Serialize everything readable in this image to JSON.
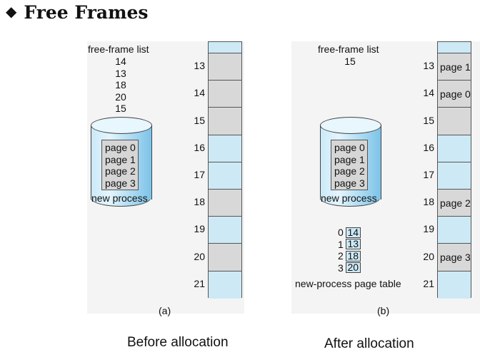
{
  "title": {
    "bullet": "◆",
    "text": "Free Frames"
  },
  "before": {
    "free_list_label": "free-frame list",
    "free_list": [
      "14",
      "13",
      "18",
      "20",
      "15"
    ],
    "pages": [
      "page 0",
      "page 1",
      "page 2",
      "page 3"
    ],
    "process_label": "new process",
    "frame_numbers": [
      "13",
      "14",
      "15",
      "16",
      "17",
      "18",
      "19",
      "20",
      "21"
    ],
    "frames": [
      {
        "state": "free",
        "label": ""
      },
      {
        "state": "used",
        "label": ""
      },
      {
        "state": "used",
        "label": ""
      },
      {
        "state": "used",
        "label": ""
      },
      {
        "state": "free",
        "label": ""
      },
      {
        "state": "free",
        "label": ""
      },
      {
        "state": "used",
        "label": ""
      },
      {
        "state": "free",
        "label": ""
      },
      {
        "state": "used",
        "label": ""
      },
      {
        "state": "free",
        "label": ""
      }
    ],
    "sub_label": "(a)",
    "caption": "Before allocation"
  },
  "after": {
    "free_list_label": "free-frame list",
    "free_list": [
      "15"
    ],
    "pages": [
      "page 0",
      "page 1",
      "page 2",
      "page 3"
    ],
    "process_label": "new process",
    "page_table": [
      {
        "page": "0",
        "frame": "14"
      },
      {
        "page": "1",
        "frame": "13"
      },
      {
        "page": "2",
        "frame": "18"
      },
      {
        "page": "3",
        "frame": "20"
      }
    ],
    "page_table_label": "new-process page table",
    "frame_numbers": [
      "13",
      "14",
      "15",
      "16",
      "17",
      "18",
      "19",
      "20",
      "21"
    ],
    "frames": [
      {
        "state": "free",
        "label": ""
      },
      {
        "state": "used",
        "label": "page 1"
      },
      {
        "state": "used",
        "label": "page 0"
      },
      {
        "state": "used",
        "label": ""
      },
      {
        "state": "free",
        "label": ""
      },
      {
        "state": "free",
        "label": ""
      },
      {
        "state": "used",
        "label": "page 2"
      },
      {
        "state": "free",
        "label": ""
      },
      {
        "state": "used",
        "label": "page 3"
      },
      {
        "state": "free",
        "label": ""
      }
    ],
    "sub_label": "(b)",
    "caption": "After allocation"
  },
  "colors": {
    "free_frame": "#cde9f6",
    "used_frame": "#d8d8d8",
    "cylinder": "#7cc3e8"
  }
}
